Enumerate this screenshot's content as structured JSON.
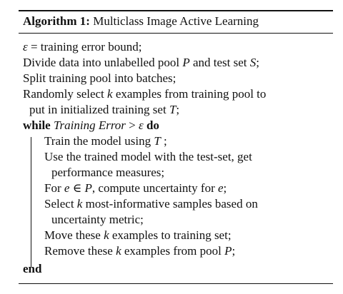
{
  "caption": {
    "label": "Algorithm 1:",
    "title": "Multiclass Image Active Learning"
  },
  "lines": {
    "l1": {
      "sym": "ε",
      "text": " = training error bound;"
    },
    "l2": {
      "a": "Divide data into unlabelled pool ",
      "m1": "P",
      "b": " and test set ",
      "m2": "S",
      "c": ";"
    },
    "l3": {
      "text": "Split training pool into batches;"
    },
    "l4": {
      "a": "Randomly select ",
      "m1": "k",
      "b": " examples from training pool to"
    },
    "l5": {
      "a": "put in initialized training set ",
      "m1": "T",
      "b": ";"
    },
    "l6": {
      "kw_while": "while",
      "cond": "Training Error",
      "op": " > ",
      "sym": "ε",
      "kw_do": "do"
    },
    "l7": {
      "a": "Train the model using ",
      "m1": "T",
      "b": " ;"
    },
    "l8": {
      "text": "Use the trained model with the test-set, get"
    },
    "l9": {
      "text": "performance measures;"
    },
    "l10": {
      "a": "For ",
      "m1": "e",
      "op": " ∈ ",
      "m2": "P",
      "b": ", compute uncertainty for ",
      "m3": "e",
      "c": ";"
    },
    "l11": {
      "a": "Select ",
      "m1": "k",
      "b": " most-informative samples based on"
    },
    "l12": {
      "text": "uncertainty metric;"
    },
    "l13": {
      "a": "Move these ",
      "m1": "k",
      "b": " examples to training set;"
    },
    "l14": {
      "a": "Remove these ",
      "m1": "k",
      "b": " examples from pool ",
      "m2": "P",
      "c": ";"
    },
    "l15": {
      "kw_end": "end"
    }
  }
}
